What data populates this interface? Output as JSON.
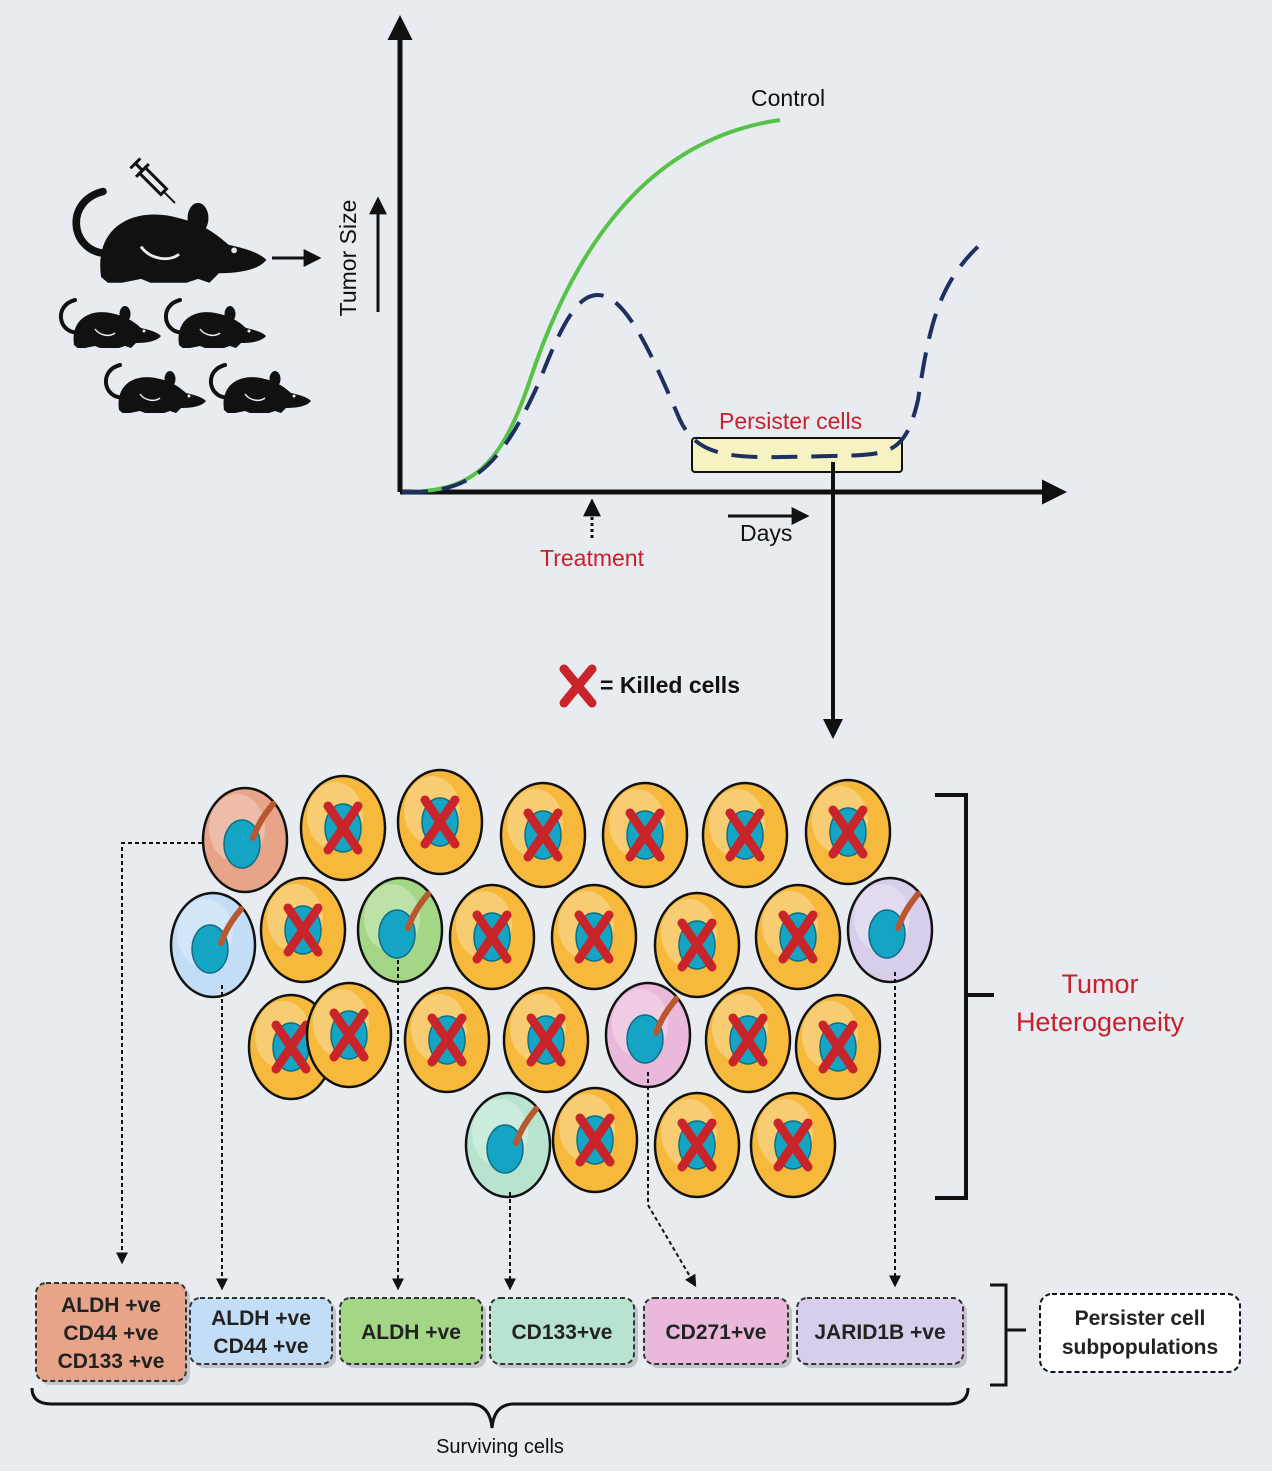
{
  "colors": {
    "background": "#e8ebf0",
    "control_curve": "#57c248",
    "treated_curve": "#1c3160",
    "persister_highlight": "#f7f2c2",
    "red_text": "#c8202c",
    "killed_cell": "#f6b93c",
    "nucleus": "#15a5c4",
    "x_mark": "#c9242a"
  },
  "graph": {
    "y_axis_label": "Tumor Size",
    "x_axis_label": "Days",
    "control_label": "Control",
    "persister_label": "Persister cells",
    "treatment_label": "Treatment"
  },
  "legend": {
    "killed_label": "= Killed cells",
    "killed_icon": "x-mark-icon"
  },
  "heterogeneity_label_line1": "Tumor",
  "heterogeneity_label_line2": "Heterogeneity",
  "subpopulations": [
    {
      "lines": [
        "ALDH +ve",
        "CD44 +ve",
        "CD133 +ve"
      ],
      "fill": "#e8a488"
    },
    {
      "lines": [
        "ALDH +ve",
        "CD44 +ve"
      ],
      "fill": "#c2ddf5"
    },
    {
      "lines": [
        "ALDH +ve"
      ],
      "fill": "#a3d786"
    },
    {
      "lines": [
        "CD133+ve"
      ],
      "fill": "#b7e3cf"
    },
    {
      "lines": [
        "CD271+ve"
      ],
      "fill": "#eab8da"
    },
    {
      "lines": [
        "JARID1B +ve"
      ],
      "fill": "#d9cdec"
    }
  ],
  "persister_subpop_label": [
    "Persister cell",
    "subpopulations"
  ],
  "surviving_label": "Surviving cells",
  "icons": {
    "mice": "mouse-group-icon",
    "syringe": "syringe-icon"
  }
}
